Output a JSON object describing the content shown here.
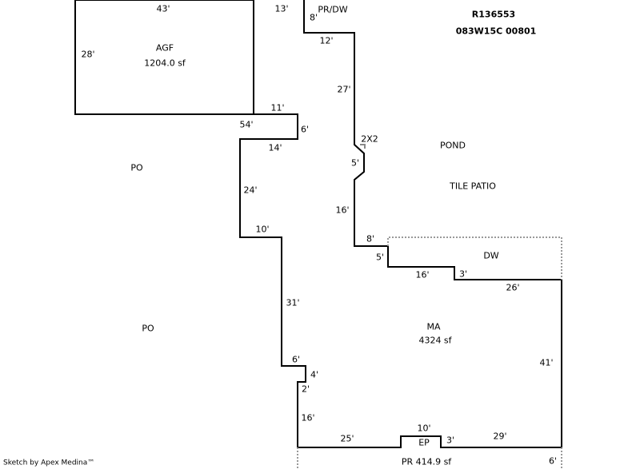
{
  "header": {
    "parcel_id": "R136553",
    "map_number": "083W15C 00801"
  },
  "areas": {
    "agf": {
      "label": "AGF",
      "area": "1204.0 sf"
    },
    "ma": {
      "label": "MA",
      "area": "4324 sf"
    },
    "pr": {
      "label": "PR 414.9 sf"
    },
    "pr_dw": "PR/DW",
    "po_upper": "PO",
    "po_lower": "PO",
    "pond": "POND",
    "tile_patio": "TILE PATIO",
    "dw": "DW",
    "ep": "EP",
    "marker_2x2": "2X2"
  },
  "dimensions": {
    "agf_top": "43'",
    "agf_left": "28'",
    "top_13": "13'",
    "pr_8": "8'",
    "d12": "12'",
    "d27": "27'",
    "d11": "11'",
    "d54": "54'",
    "d6a": "6'",
    "d14": "14'",
    "d5a": "5'",
    "d24": "24'",
    "d16a": "16'",
    "d8": "8'",
    "d5b": "5'",
    "d16b": "16'",
    "d3a": "3'",
    "d26": "26'",
    "d10a": "10'",
    "d31": "31'",
    "d6b": "6'",
    "d4": "4'",
    "d2": "2'",
    "d41": "41'",
    "d16c": "16'",
    "d10b": "10'",
    "d25": "25'",
    "d3b": "3'",
    "d29": "29'",
    "d6c": "6'"
  },
  "footer": {
    "credit": "Sketch by Apex Medina™"
  },
  "colors": {
    "line": "#000000",
    "dotted": "#888888"
  }
}
